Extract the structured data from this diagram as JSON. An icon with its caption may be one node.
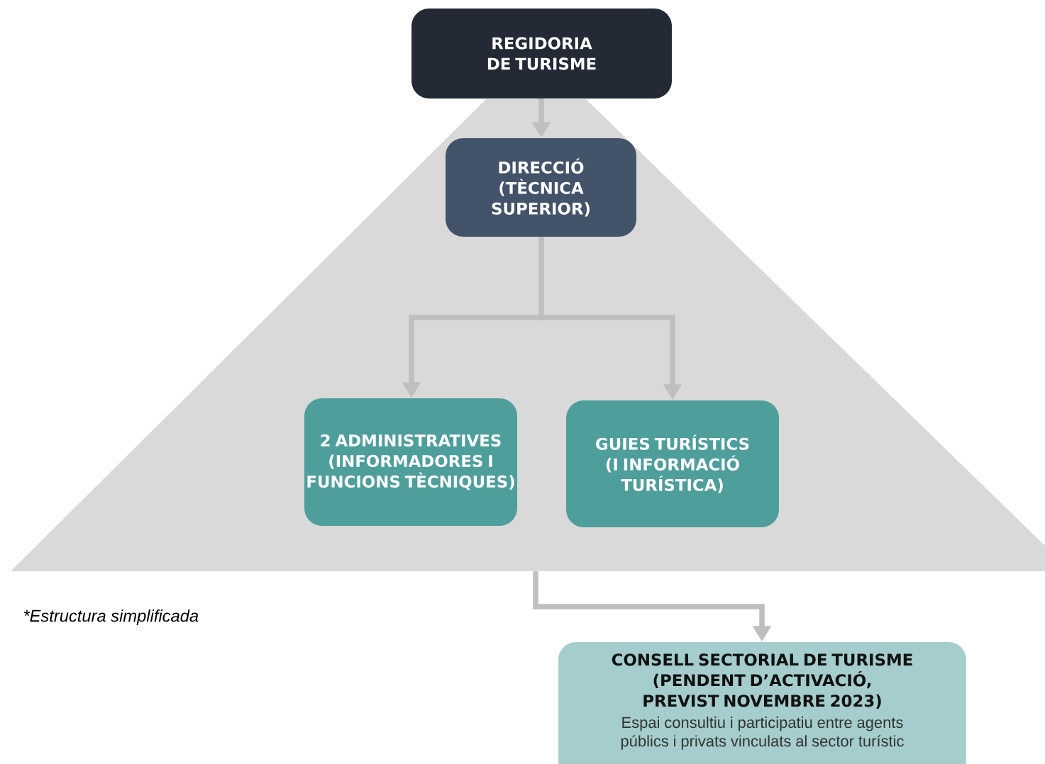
{
  "diagram": {
    "nodes": [
      {
        "text": [],
        "shape": "triangle"
      },
      {
        "text": [
          "REGIDORIA DE TURISME"
        ]
      },
      {
        "text": [
          "DIRECCIÓ (TÈCNICA SUPERIOR)"
        ],
        "in": 0
      },
      {
        "text": [
          "2 ADMINISTRATIVES (INFORMADORES I FUNCIONS TÈCNIQUES)"
        ],
        "in": 0
      },
      {
        "text": [
          "GUIES TURÍSTICS (I INFORMACIÓ TURÍSTICA)"
        ],
        "in": 0
      },
      {
        "text": [
          "CONSELL SECTORIAL DE TURISME (PENDENT D’ACTIVACIÓ, PREVIST NOVEMBRE 2023)",
          "Espai consultiu i participatiu entre agents públics i privats vinculats al sector turístic"
        ]
      }
    ],
    "edges": [
      {
        "from": 1,
        "to": 2,
        "arrow": "to"
      },
      {
        "from": 2,
        "to": 3,
        "arrow": "to"
      },
      {
        "from": 2,
        "to": 4,
        "arrow": "to"
      },
      {
        "from": 0,
        "to": 5,
        "arrow": "to"
      }
    ],
    "labels": [
      "*Estructura simplificada"
    ]
  }
}
